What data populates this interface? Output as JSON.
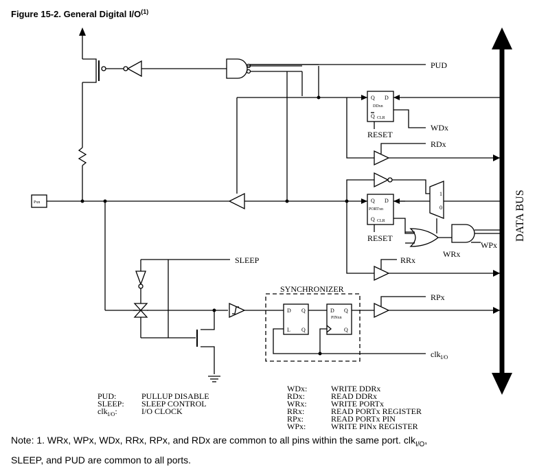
{
  "title": {
    "text": "Figure 15-2.  General Digital I/O",
    "sup": "(1)"
  },
  "signals": {
    "pud": "PUD",
    "wdx": "WDx",
    "rdx": "RDx",
    "reset1": "RESET",
    "reset2": "RESET",
    "wrx": "WRx",
    "wpx": "WPx",
    "rrx": "RRx",
    "sleep": "SLEEP",
    "rpx": "RPx",
    "clk": "clk",
    "clk_sub": "I/O",
    "pxn": "Pxn",
    "synchronizer": "SYNCHRONIZER",
    "data_bus": "DATA BUS"
  },
  "blocks": {
    "ddr": {
      "q": "Q",
      "d": "D",
      "name": "DDxn",
      "qbar": "Q",
      "clr": "CLR"
    },
    "port": {
      "q": "Q",
      "d": "D",
      "name": "PORTxn",
      "qbar": "Q",
      "clr": "CLR"
    },
    "latch": {
      "d": "D",
      "q": "Q",
      "l": "L",
      "qbar": "Q"
    },
    "pin": {
      "d": "D",
      "q": "Q",
      "name": "PINxn",
      "qbar": "Q"
    },
    "mux": {
      "one": "1",
      "zero": "0"
    }
  },
  "legend_left": [
    {
      "key": "PUD:",
      "value": "PULLUP DISABLE"
    },
    {
      "key": "SLEEP:",
      "value": "SLEEP CONTROL"
    },
    {
      "key": "clk",
      "key_sub": "I/O",
      "value": "I/O CLOCK"
    }
  ],
  "legend_right": [
    {
      "key": "WDx:",
      "value": "WRITE DDRx"
    },
    {
      "key": "RDx:",
      "value": "READ DDRx"
    },
    {
      "key": "WRx:",
      "value": "WRITE PORTx"
    },
    {
      "key": "RRx:",
      "value": "READ PORTx REGISTER"
    },
    {
      "key": "RPx:",
      "value": "READ PORTx PIN"
    },
    {
      "key": "WPx:",
      "value": "WRITE PINx REGISTER"
    }
  ],
  "note": {
    "part1": "Note: 1. WRx, WPx, WDx, RRx, RPx, and RDx are common to all pins within the same port. clk",
    "sub": "I/O",
    "part2": ",",
    "line2": "SLEEP, and PUD are common to all ports."
  }
}
